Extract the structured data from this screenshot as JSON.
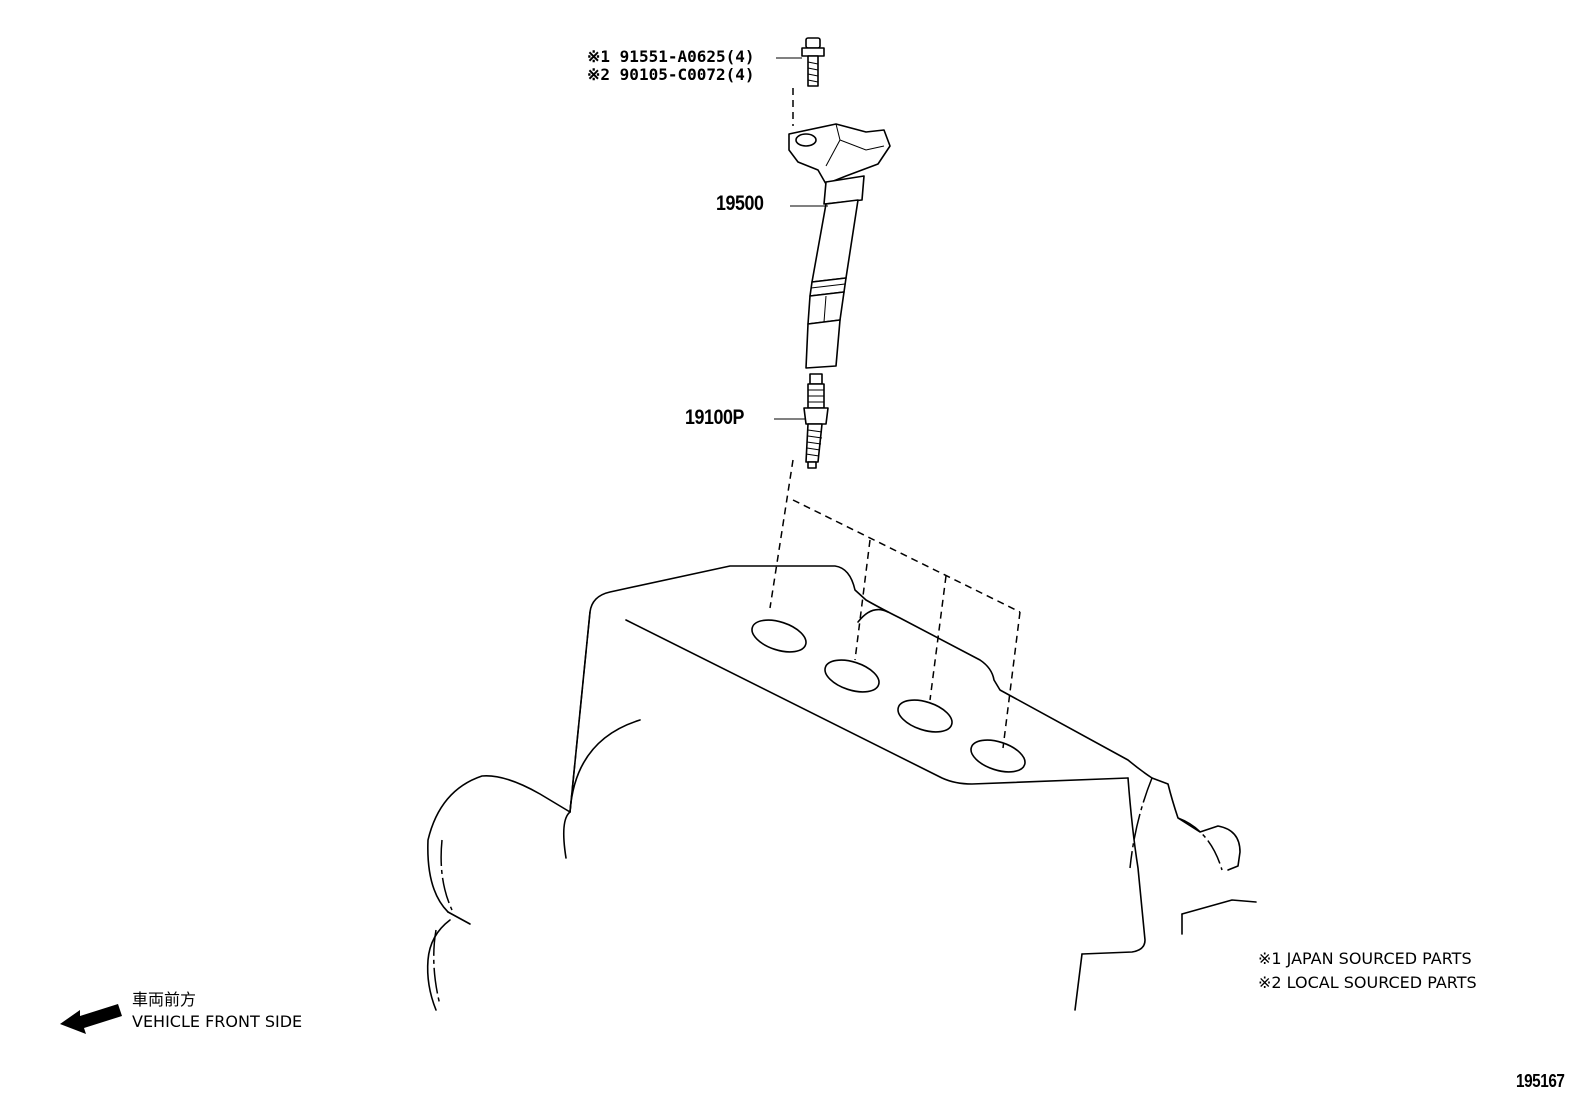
{
  "fastener": {
    "line1": "※1 91551-A0625(4)",
    "line2": "※2 90105-C0072(4)"
  },
  "parts": {
    "ignition_coil": "19500",
    "spark_plug": "19100P"
  },
  "legend": {
    "japan": "※1 JAPAN SOURCED PARTS",
    "local": "※2 LOCAL SOURCED PARTS"
  },
  "direction": {
    "japanese": "車両前方",
    "english": "VEHICLE FRONT SIDE"
  },
  "illustration_number": "195167"
}
